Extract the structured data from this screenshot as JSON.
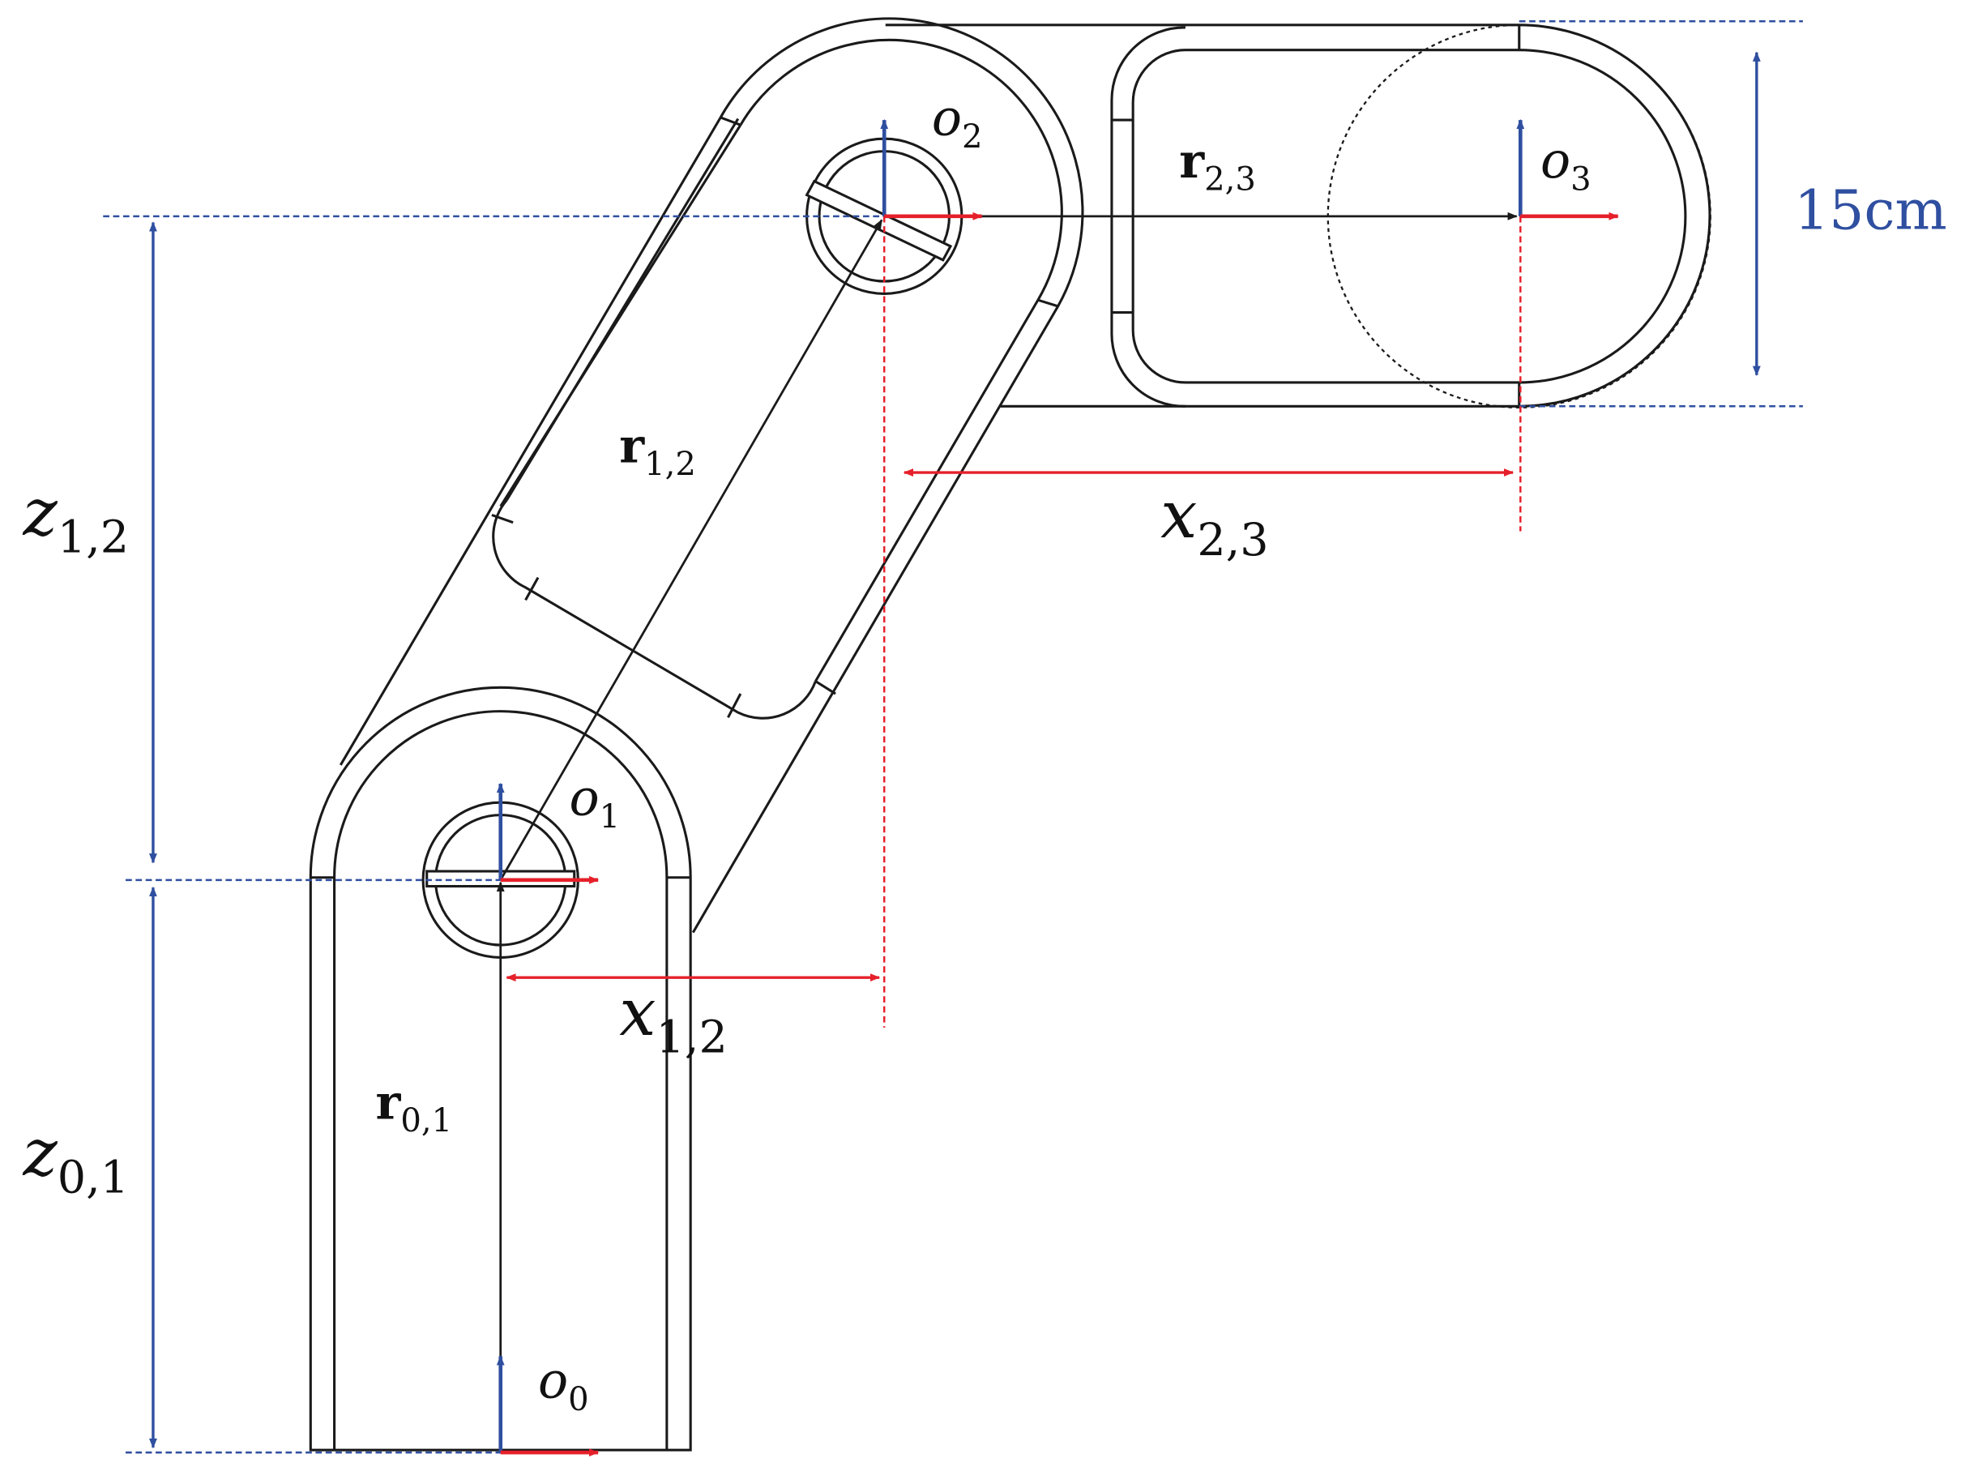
{
  "labels": {
    "o0": {
      "base": "o",
      "sub": "0"
    },
    "o1": {
      "base": "o",
      "sub": "1"
    },
    "o2": {
      "base": "o",
      "sub": "2"
    },
    "o3": {
      "base": "o",
      "sub": "3"
    },
    "r01": {
      "base": "r",
      "sub": "0,1"
    },
    "r12": {
      "base": "r",
      "sub": "1,2"
    },
    "r23": {
      "base": "r",
      "sub": "2,3"
    },
    "z01": {
      "base": "z",
      "sub": "0,1"
    },
    "z12": {
      "base": "z",
      "sub": "1,2"
    },
    "x12": {
      "base": "x",
      "sub": "1,2"
    },
    "x23": {
      "base": "x",
      "sub": "2,3"
    }
  },
  "dimension": {
    "text": "15cm"
  },
  "colors": {
    "outline": "#1a1a1a",
    "frame_z": "#2f4fa0",
    "frame_x": "#e5202a",
    "dimension_blue": "#2f4fa0",
    "dimension_red": "#e5202a"
  }
}
